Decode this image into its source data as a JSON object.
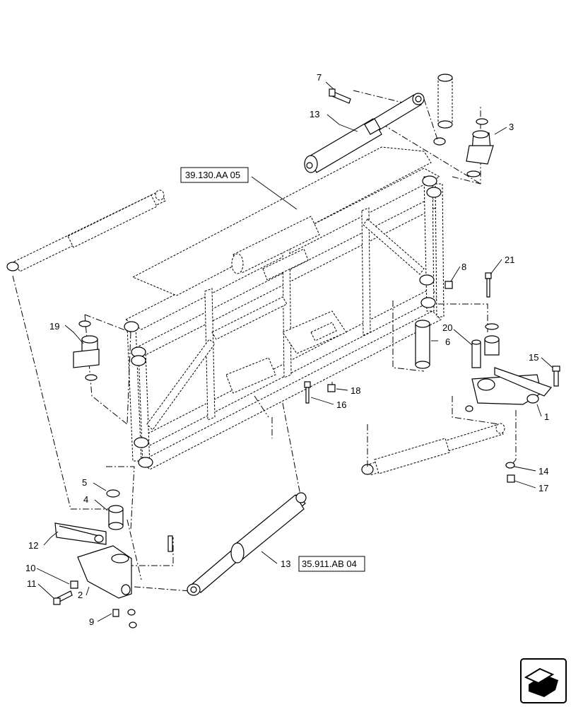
{
  "callouts": {
    "c1": "1",
    "c2": "2",
    "c3": "3",
    "c4": "4",
    "c5": "5",
    "c6": "6",
    "c7": "7",
    "c8": "8",
    "c9": "9",
    "c10": "10",
    "c11": "11",
    "c12": "12",
    "c13a": "13",
    "c13b": "13",
    "c14": "14",
    "c15": "15",
    "c16": "16",
    "c17": "17",
    "c18": "18",
    "c19": "19",
    "c20": "20",
    "c21": "21"
  },
  "references": {
    "frame_ref": "39.130.AA 05",
    "cylinder_ref": "35.911.AB 04"
  },
  "nav_icon": "next-page-arrow-icon"
}
